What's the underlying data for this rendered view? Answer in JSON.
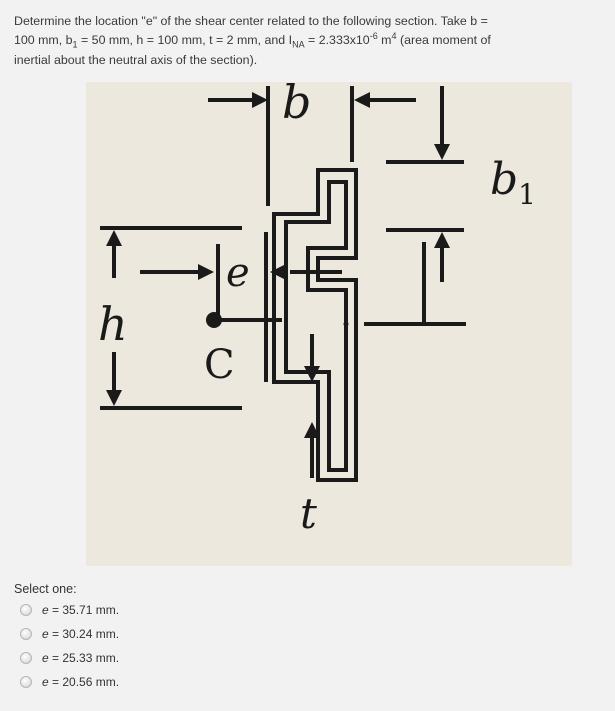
{
  "question": {
    "line1": "Determine the location \"e\" of the shear center related to the following section. Take b =",
    "line2_a": "100 mm, b",
    "line2_sub1": "1",
    "line2_b": " = 50 mm, h = 100 mm, t = 2 mm, and I",
    "line2_sub2": "NA",
    "line2_c": " = 2.333x10",
    "line2_sup1": "-6",
    "line2_d": " m",
    "line2_sup2": "4",
    "line2_e": " (area moment of",
    "line3": "inertial about the neutral axis of the section)."
  },
  "figure": {
    "label_b": "b",
    "label_b1": "b",
    "label_b1_sub": "1",
    "label_e": "e",
    "label_h": "h",
    "label_c": "C",
    "label_t": "t"
  },
  "select_label": "Select one:",
  "options": [
    {
      "var": "e",
      "text": " = 35.71 mm."
    },
    {
      "var": "e",
      "text": " = 30.24 mm."
    },
    {
      "var": "e",
      "text": " = 25.33 mm."
    },
    {
      "var": "e",
      "text": " = 20.56 mm."
    }
  ]
}
